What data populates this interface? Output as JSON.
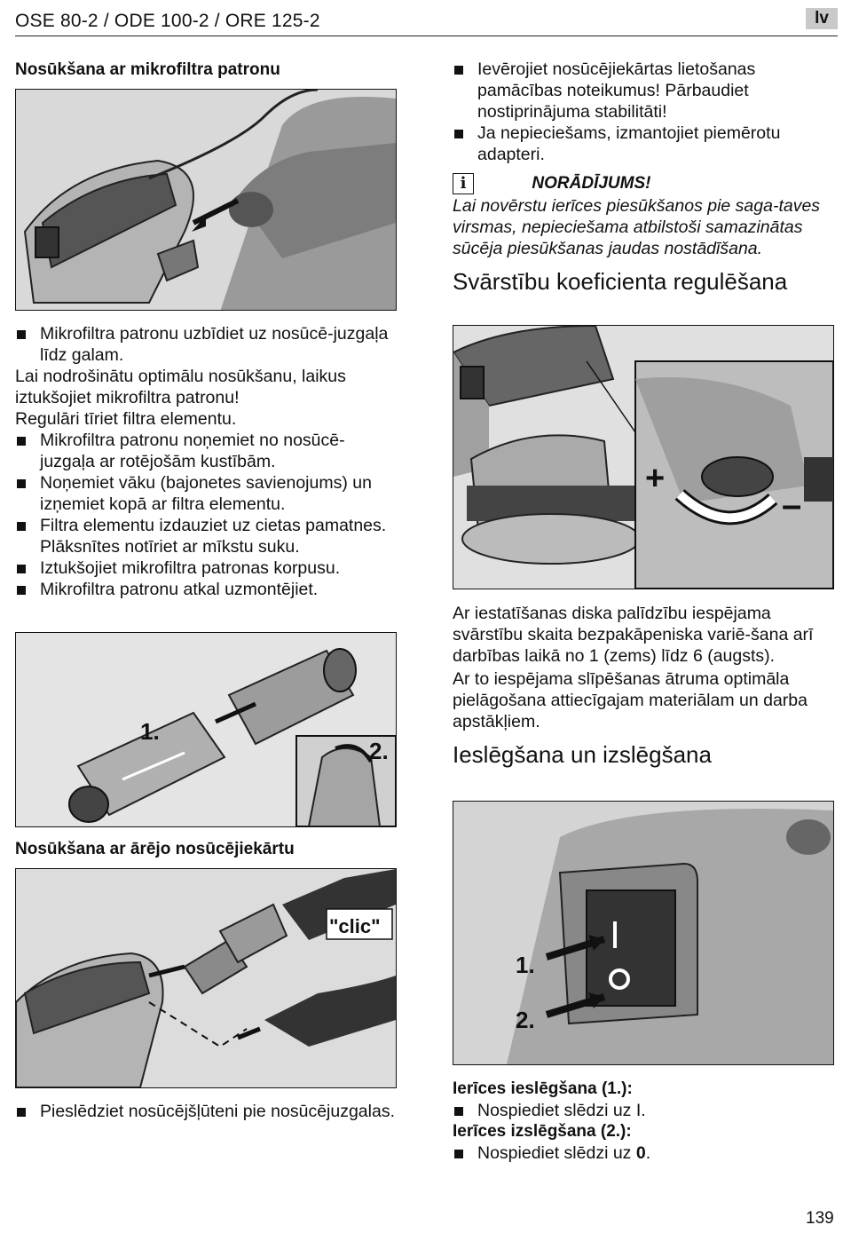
{
  "header": {
    "title": "OSE 80-2 / ODE 100-2 / ORE 125-2",
    "lang": "lv"
  },
  "page_number": "139",
  "left": {
    "section1_title": "Nosūkšana ar mikrofiltra patronu",
    "b1": "Mikrofiltra patronu uzbīdiet uz nosūcē-juzgaļa līdz galam.",
    "p1": "Lai nodrošinātu optimālu nosūkšanu, laikus iztukšojiet mikrofiltra patronu!",
    "p2": "Regulāri tīriet filtra elementu.",
    "b2": "Mikrofiltra patronu noņemiet no nosūcē-juzgaļa ar rotējošām kustībām.",
    "b3": "Noņemiet vāku (bajonetes savienojums) un izņemiet kopā ar filtra elementu.",
    "b4a": "Filtra elementu izdauziet uz cietas pamatnes.",
    "b4b": "Plāksnītes notīriet ar mīkstu suku.",
    "b5": "Iztukšojiet mikrofiltra patronas korpusu.",
    "b6": "Mikrofiltra patronu atkal uzmontējiet.",
    "fig2_label1": "1.",
    "fig2_label2": "2.",
    "section2_title": "Nosūkšana ar ārējo nosūcējiekārtu",
    "fig3_label": "\"clic\"",
    "b7": "Pieslēdziet nosūcējšļūteni pie nosūcējuzgalas."
  },
  "right": {
    "b1": "Ievērojiet nosūcējiekārtas lietošanas pamācības noteikumus! Pārbaudiet nostiprinājuma stabilitāti!",
    "b2": "Ja nepieciešams, izmantojiet piemērotu adapteri.",
    "note_icon": "i",
    "note_title": "NORĀDĪJUMS!",
    "note_text": "Lai novērstu ierīces piesūkšanos pie saga-taves virsmas, nepieciešama atbilstoši samazinātas sūcēja piesūkšanas jaudas nostādīšana.",
    "section3_title": "Svārstību koeficienta regulēšana",
    "fig4_plus": "+",
    "fig4_minus": "–",
    "p3": "Ar iestatīšanas diska palīdzību iespējama svārstību skaita bezpakāpeniska variē-šana arī darbības laikā no 1 (zems) līdz 6 (augsts).",
    "p4": "Ar to iespējama slīpēšanas ātruma optimāla pielāgošana attiecīgajam materiālam un darba apstākļiem.",
    "section4_title": "Ieslēgšana un izslēgšana",
    "fig5_label1": "1.",
    "fig5_label2": "2.",
    "on_title": "Ierīces ieslēgšana (1.):",
    "on_text": "Nospiediet slēdzi uz I.",
    "off_title": "Ierīces izslēgšana (2.):",
    "off_text_a": "Nospiediet slēdzi uz ",
    "off_text_b": "0",
    "off_text_c": "."
  }
}
